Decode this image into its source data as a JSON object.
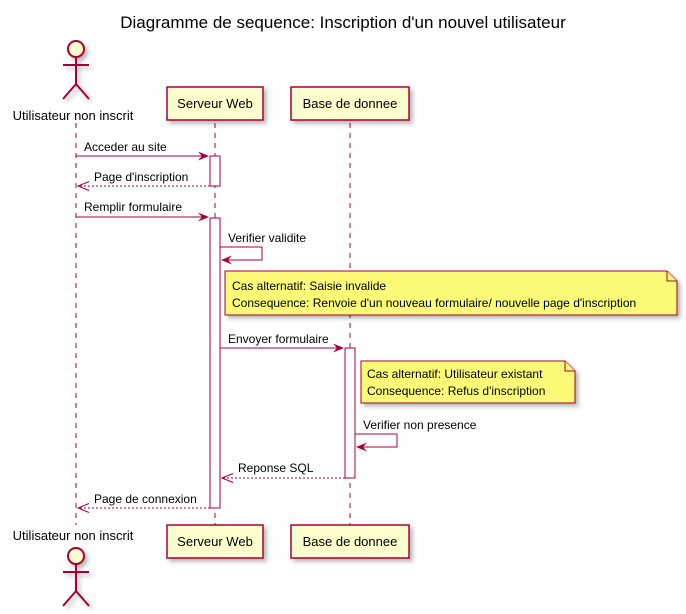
{
  "title": "Diagramme de sequence: Inscription d'un nouvel utilisateur",
  "participants": {
    "user": "Utilisateur non inscrit",
    "server": "Serveur Web",
    "db": "Base de donnee"
  },
  "messages": {
    "m1": "Acceder au site",
    "m2": "Page d'inscription",
    "m3": "Remplir formulaire",
    "m4": "Verifier validite",
    "m5": "Envoyer formulaire",
    "m6": "Verifier non presence",
    "m7": "Reponse SQL",
    "m8": "Page de connexion"
  },
  "notes": {
    "n1_line1": "Cas alternatif: Saisie invalide",
    "n1_line2": "Consequence: Renvoie d'un nouveau formulaire/ nouvelle page d'inscription",
    "n2_line1": "Cas alternatif: Utilisateur existant",
    "n2_line2": "Consequence: Refus d'inscription"
  },
  "colors": {
    "border": "#A80036",
    "participant_fill": "#FEFECE",
    "note_fill": "#FBFB77"
  }
}
